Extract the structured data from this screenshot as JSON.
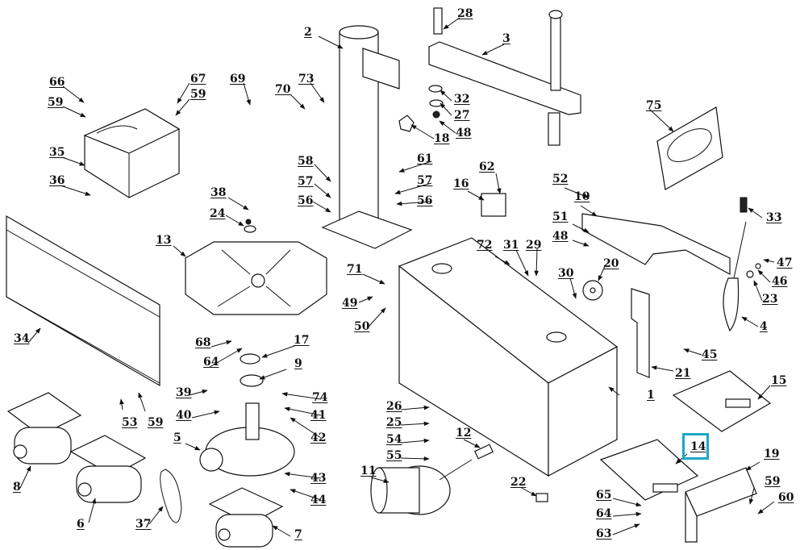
{
  "diagram": {
    "type": "exploded-parts-diagram",
    "subject": "tire changer machine",
    "highlight": {
      "label": "14",
      "color": "#1ba8c4"
    },
    "callouts": [
      {
        "id": "c1",
        "label": "1",
        "part": "cabinet-frame"
      },
      {
        "id": "c2",
        "label": "2",
        "part": "vertical-column"
      },
      {
        "id": "c3",
        "label": "3",
        "part": "swing-arm"
      },
      {
        "id": "c4",
        "label": "4",
        "part": "bead-breaker-shovel"
      },
      {
        "id": "c5",
        "label": "5",
        "part": "gearbox"
      },
      {
        "id": "c6",
        "label": "6",
        "part": "motor"
      },
      {
        "id": "c7",
        "label": "7",
        "part": "motor-lower"
      },
      {
        "id": "c8",
        "label": "8",
        "part": "motor-left"
      },
      {
        "id": "c9",
        "label": "9",
        "part": "turntable-hub"
      },
      {
        "id": "c10",
        "label": "10",
        "part": "bead-breaker-arm"
      },
      {
        "id": "c11",
        "label": "11",
        "part": "bead-breaker-cylinder"
      },
      {
        "id": "c12",
        "label": "12",
        "part": "cylinder-sleeve"
      },
      {
        "id": "c13",
        "label": "13",
        "part": "turntable"
      },
      {
        "id": "c14",
        "label": "14",
        "part": "pedal-assembly-front"
      },
      {
        "id": "c15",
        "label": "15",
        "part": "pedal-assembly-rear"
      },
      {
        "id": "c16",
        "label": "16",
        "part": "air-filter-regulator"
      },
      {
        "id": "c17",
        "label": "17",
        "part": "bearing-ring"
      },
      {
        "id": "c18",
        "label": "18",
        "part": "star-knob"
      },
      {
        "id": "c19",
        "label": "19",
        "part": "pedal-cover"
      },
      {
        "id": "c20",
        "label": "20",
        "part": "rubber-buffer"
      },
      {
        "id": "c21",
        "label": "21",
        "part": "side-bracket"
      },
      {
        "id": "c22",
        "label": "22",
        "part": "foot-block"
      },
      {
        "id": "c23",
        "label": "23",
        "part": "washer"
      },
      {
        "id": "c24",
        "label": "24",
        "part": "washer-large"
      },
      {
        "id": "c25",
        "label": "25",
        "part": "screw"
      },
      {
        "id": "c26",
        "label": "26",
        "part": "cap"
      },
      {
        "id": "c27",
        "label": "27",
        "part": "washer"
      },
      {
        "id": "c28",
        "label": "28",
        "part": "pin"
      },
      {
        "id": "c29",
        "label": "29",
        "part": "clip"
      },
      {
        "id": "c30",
        "label": "30",
        "part": "nut"
      },
      {
        "id": "c31",
        "label": "31",
        "part": "clip-base"
      },
      {
        "id": "c32",
        "label": "32",
        "part": "ring"
      },
      {
        "id": "c33",
        "label": "33",
        "part": "handle-grip"
      },
      {
        "id": "c34",
        "label": "34",
        "part": "side-panel"
      },
      {
        "id": "c35",
        "label": "35",
        "part": "tool-tray"
      },
      {
        "id": "c36",
        "label": "36",
        "part": "bracket"
      },
      {
        "id": "c37",
        "label": "37",
        "part": "v-belt"
      },
      {
        "id": "c38",
        "label": "38",
        "part": "bolt"
      },
      {
        "id": "c39",
        "label": "39",
        "part": "key"
      },
      {
        "id": "c40",
        "label": "40",
        "part": "bolt"
      },
      {
        "id": "c41",
        "label": "41",
        "part": "bolt"
      },
      {
        "id": "c42",
        "label": "42",
        "part": "washer"
      },
      {
        "id": "c43",
        "label": "43",
        "part": "washer"
      },
      {
        "id": "c44",
        "label": "44",
        "part": "nut"
      },
      {
        "id": "c45",
        "label": "45",
        "part": "bolt"
      },
      {
        "id": "c46",
        "label": "46",
        "part": "washer"
      },
      {
        "id": "c47",
        "label": "47",
        "part": "nut"
      },
      {
        "id": "c48a",
        "label": "48",
        "part": "nut"
      },
      {
        "id": "c48b",
        "label": "48",
        "part": "nut"
      },
      {
        "id": "c49",
        "label": "49",
        "part": "screw"
      },
      {
        "id": "c50",
        "label": "50",
        "part": "screw"
      },
      {
        "id": "c51",
        "label": "51",
        "part": "washer"
      },
      {
        "id": "c52",
        "label": "52",
        "part": "pivot-bolt"
      },
      {
        "id": "c53",
        "label": "53",
        "part": "hex-key"
      },
      {
        "id": "c54",
        "label": "54",
        "part": "washer"
      },
      {
        "id": "c55",
        "label": "55",
        "part": "washer"
      },
      {
        "id": "c56a",
        "label": "56",
        "part": "washer"
      },
      {
        "id": "c56b",
        "label": "56",
        "part": "washer"
      },
      {
        "id": "c57a",
        "label": "57",
        "part": "spring-washer"
      },
      {
        "id": "c57b",
        "label": "57",
        "part": "spring-washer"
      },
      {
        "id": "c58",
        "label": "58",
        "part": "bolt"
      },
      {
        "id": "c59a",
        "label": "59",
        "part": "screw"
      },
      {
        "id": "c59b",
        "label": "59",
        "part": "screw"
      },
      {
        "id": "c59c",
        "label": "59",
        "part": "screw"
      },
      {
        "id": "c59d",
        "label": "59",
        "part": "screw"
      },
      {
        "id": "c60",
        "label": "60",
        "part": "screw"
      },
      {
        "id": "c61",
        "label": "61",
        "part": "bolt"
      },
      {
        "id": "c62",
        "label": "62",
        "part": "screw"
      },
      {
        "id": "c63",
        "label": "63",
        "part": "bolt"
      },
      {
        "id": "c64a",
        "label": "64",
        "part": "washer"
      },
      {
        "id": "c64b",
        "label": "64",
        "part": "washer"
      },
      {
        "id": "c65",
        "label": "65",
        "part": "nut"
      },
      {
        "id": "c66",
        "label": "66",
        "part": "screw"
      },
      {
        "id": "c67",
        "label": "67",
        "part": "screw"
      },
      {
        "id": "c68",
        "label": "68",
        "part": "pin"
      },
      {
        "id": "c69",
        "label": "69",
        "part": "inflation-gauge"
      },
      {
        "id": "c70",
        "label": "70",
        "part": "hex-wrench"
      },
      {
        "id": "c71",
        "label": "71",
        "part": "nut"
      },
      {
        "id": "c72",
        "label": "72",
        "part": "nut"
      },
      {
        "id": "c73",
        "label": "73",
        "part": "screw"
      },
      {
        "id": "c74",
        "label": "74",
        "part": "nut"
      },
      {
        "id": "c75",
        "label": "75",
        "part": "logo-plate"
      }
    ]
  }
}
